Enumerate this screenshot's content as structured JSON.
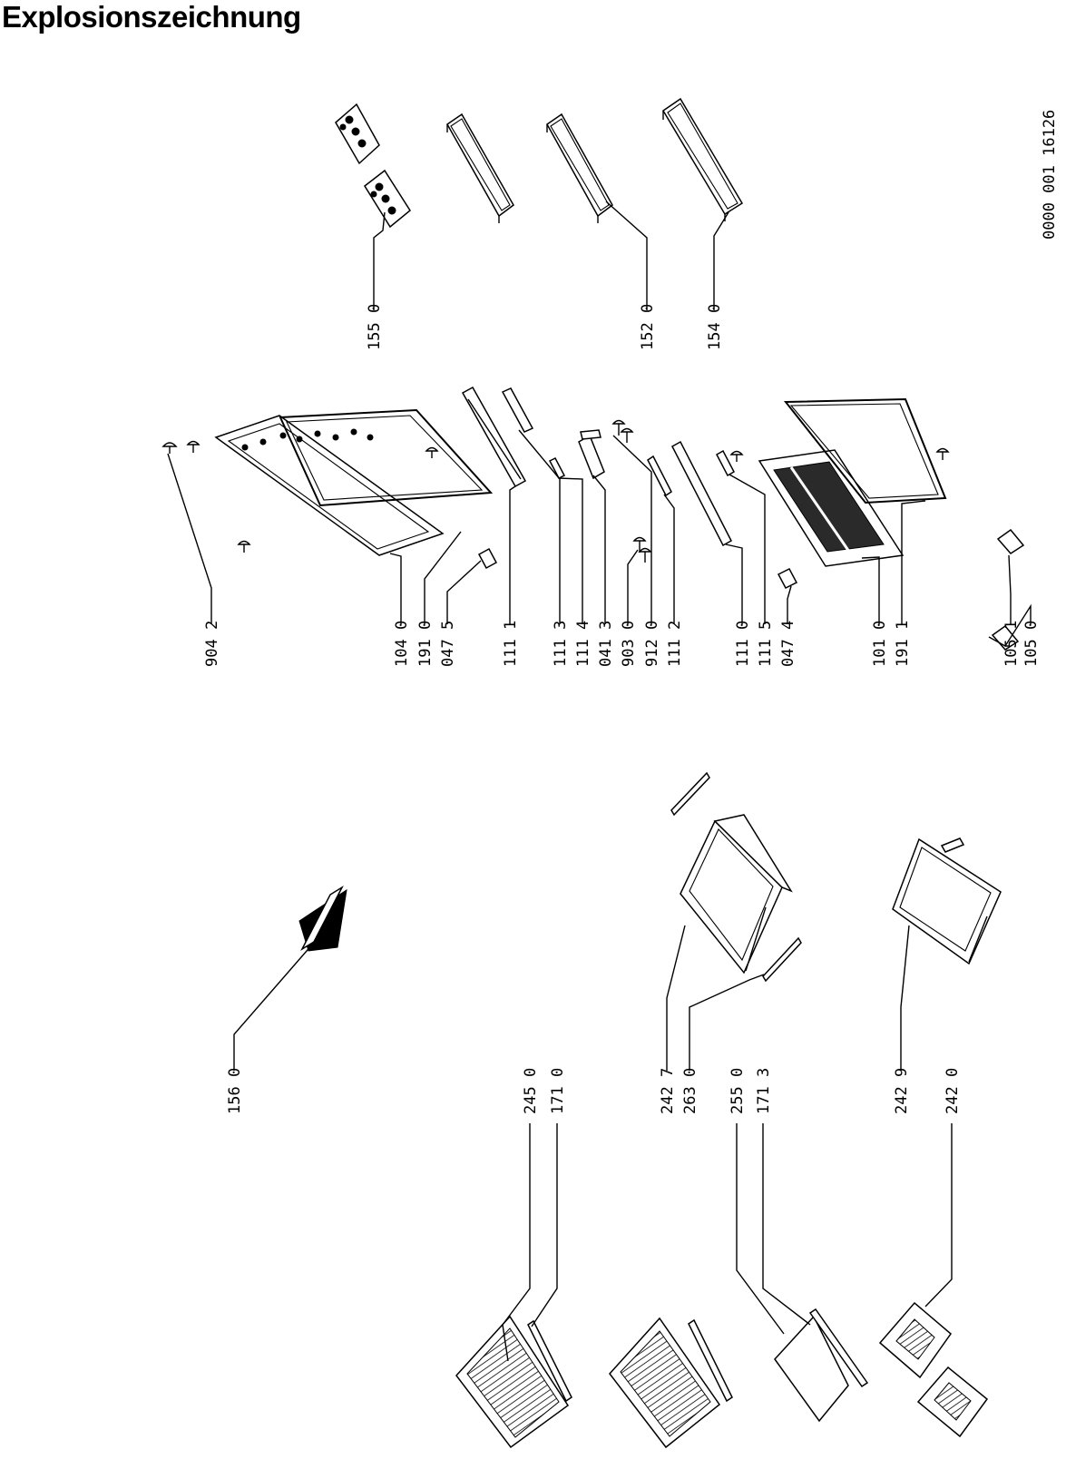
{
  "title": "Explosionszeichnung",
  "drawing_code": "0000 001 16126",
  "part_numbers": {
    "p155_0": "155 0",
    "p152_0": "152 0",
    "p154_0": "154 0",
    "p904_2": "904 2",
    "p104_0": "104 0",
    "p191_0": "191 0",
    "p047_5": "047 5",
    "p111_1": "111 1",
    "p111_3": "111 3",
    "p111_4": "111 4",
    "p041_3": "041 3",
    "p903_0": "903 0",
    "p912_0": "912 0",
    "p111_2": "111 2",
    "p111_0": "111 0",
    "p111_5": "111 5",
    "p047_4": "047 4",
    "p101_0": "101 0",
    "p191_1": "191 1",
    "p105_1": "105 1",
    "p105_0": "105 0",
    "p156_0": "156 0",
    "p245_0": "245 0",
    "p171_0": "171 0",
    "p242_7": "242 7",
    "p263_0": "263 0",
    "p255_0": "255 0",
    "p171_3": "171 3",
    "p242_9": "242 9",
    "p242_0": "242 0"
  }
}
